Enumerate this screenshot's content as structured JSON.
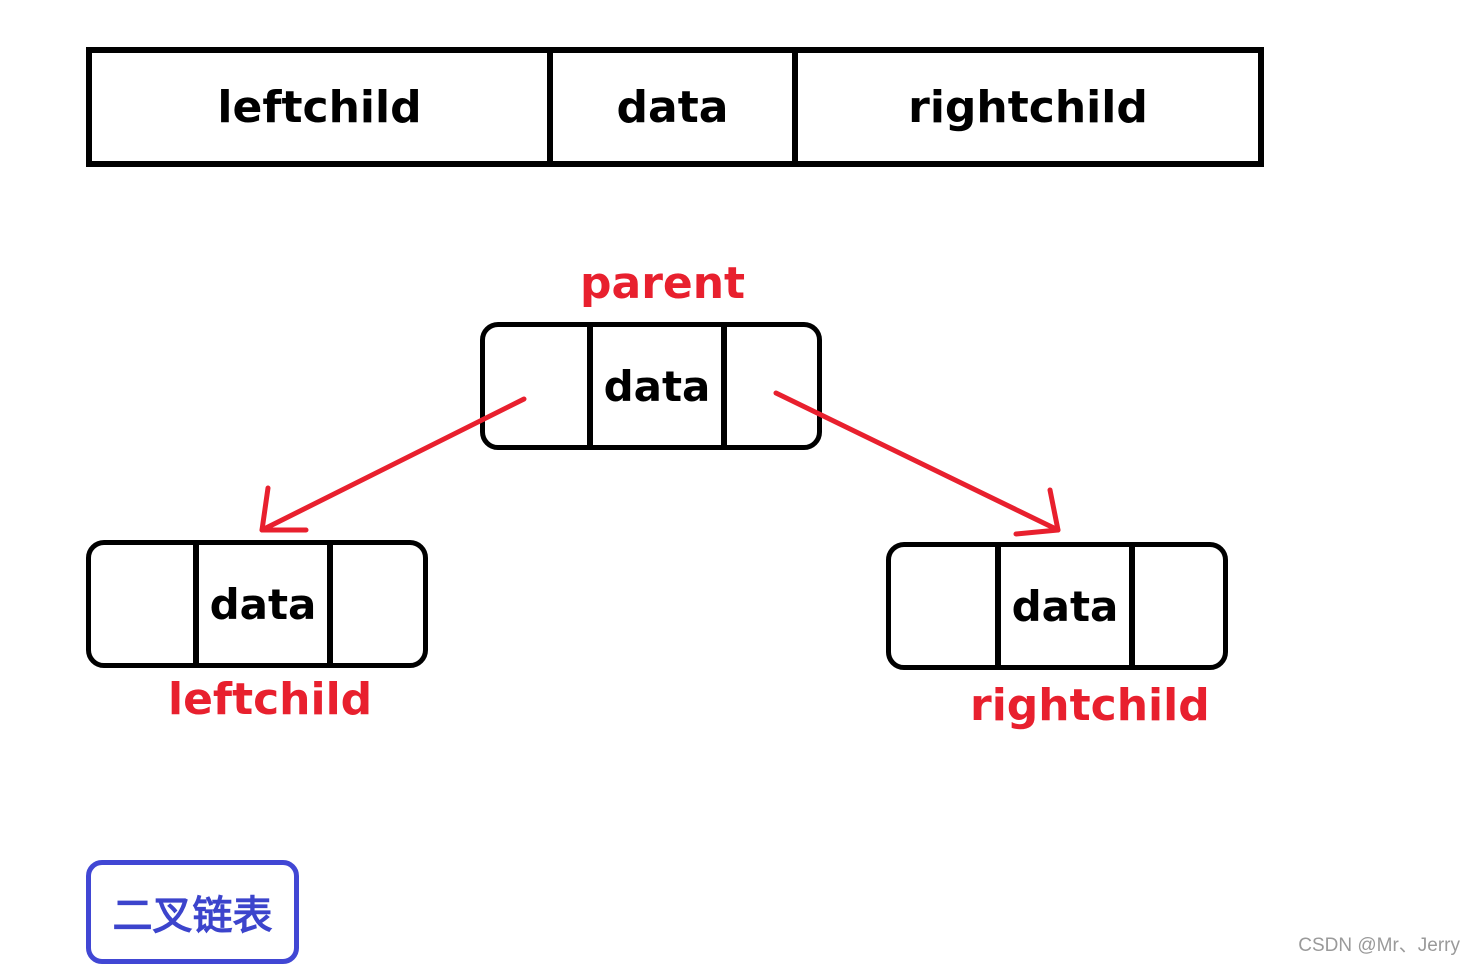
{
  "structure_row": {
    "left_label": "leftchild",
    "mid_label": "data",
    "right_label": "rightchild"
  },
  "nodes": {
    "parent": {
      "data_label": "data",
      "caption": "parent"
    },
    "left_child": {
      "data_label": "data",
      "caption": "leftchild"
    },
    "right_child": {
      "data_label": "data",
      "caption": "rightchild"
    }
  },
  "title_box": {
    "text": "二叉链表"
  },
  "watermark": "CSDN @Mr、Jerry",
  "colors": {
    "border": "#000000",
    "arrow": "#e8202e",
    "caption": "#e8202e",
    "title": "#3c44cc"
  }
}
